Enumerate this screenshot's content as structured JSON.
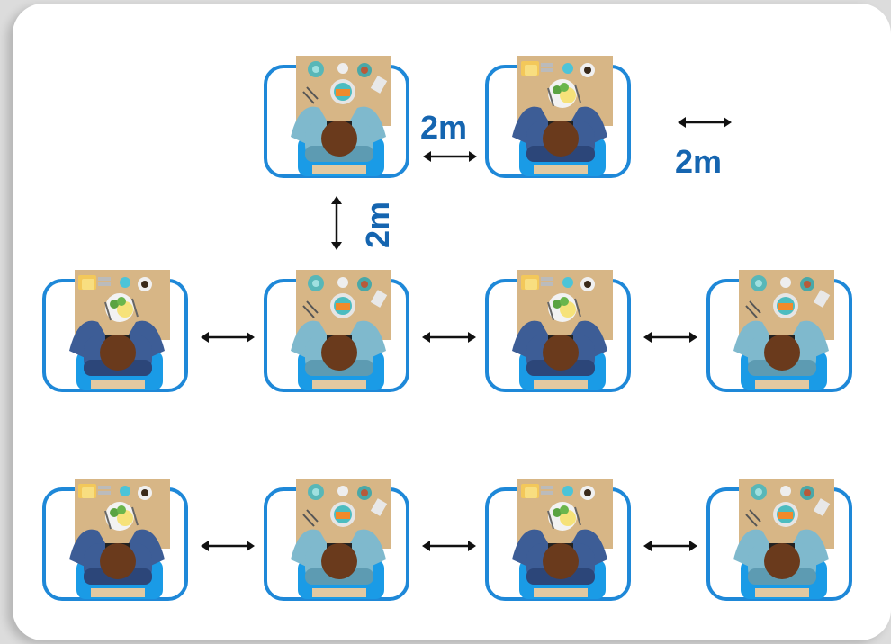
{
  "labels": {
    "top_gap": "2m",
    "vertical_gap": "2m",
    "legend": "2m"
  },
  "colors": {
    "frame": "#1e88d8",
    "label": "#1565b0",
    "table": "#d7b686",
    "shirt_light": "#7fb9cd",
    "shirt_dark": "#3d5d96",
    "hair": "#6a3a1c",
    "chair": "#1a9be6"
  },
  "rows": [
    {
      "stations": [
        {
          "variant": "light"
        },
        {
          "variant": "dark"
        }
      ]
    },
    {
      "stations": [
        {
          "variant": "dark"
        },
        {
          "variant": "light"
        },
        {
          "variant": "dark"
        },
        {
          "variant": "light"
        }
      ]
    },
    {
      "stations": [
        {
          "variant": "dark"
        },
        {
          "variant": "light"
        },
        {
          "variant": "dark"
        },
        {
          "variant": "light"
        }
      ]
    }
  ]
}
